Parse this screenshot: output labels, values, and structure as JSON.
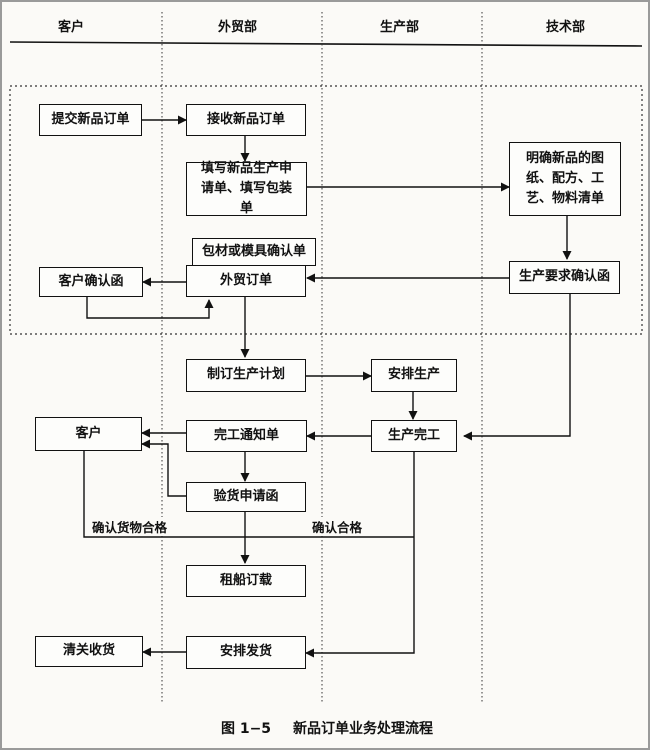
{
  "lanes": [
    "客户",
    "外贸部",
    "生产部",
    "技术部"
  ],
  "nodes": {
    "submit_order": "提交新品订单",
    "receive_order": "接收新品订单",
    "fill_application": "填写新品生产申请单、填写包装单",
    "clarify_specs": "明确新品的图纸、配方、工艺、物料清单",
    "packaging_confirm": "包材或模具确认单",
    "customer_confirm": "客户确认函",
    "trade_order": "外贸订单",
    "prod_req_confirm": "生产要求确认函",
    "make_plan": "制订生产计划",
    "arrange_production": "安排生产",
    "customer": "客户",
    "completion_notice": "完工通知单",
    "production_complete": "生产完工",
    "inspection_request": "验货申请函",
    "book_shipping": "租船订载",
    "customs_receive": "清关收货",
    "arrange_shipment": "安排发货"
  },
  "edge_labels": {
    "goods_ok": "确认货物合格",
    "ok": "确认合格"
  },
  "caption": {
    "number": "图 1−5",
    "title": "新品订单业务处理流程"
  }
}
